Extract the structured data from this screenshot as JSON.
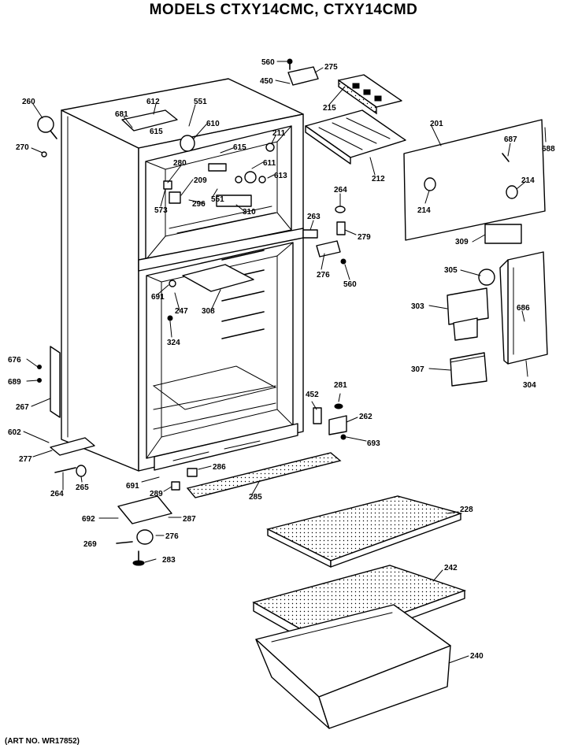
{
  "title": "MODELS CTXY14CMC, CTXY14CMD",
  "art_number": "(ART NO. WR17852)",
  "labels": {
    "p560a": "560",
    "p275": "275",
    "p450": "450",
    "p215": "215",
    "p201": "201",
    "p687": "687",
    "p688": "688",
    "p214a": "214",
    "p214b": "214",
    "p212": "212",
    "p260": "260",
    "p270": "270",
    "p681": "681",
    "p612": "612",
    "p551a": "551",
    "p615a": "615",
    "p610": "610",
    "p211": "211",
    "p615b": "615",
    "p611": "611",
    "p280": "280",
    "p613": "613",
    "p209": "209",
    "p551b": "551",
    "p573": "573",
    "p296": "296",
    "p310": "310",
    "p264a": "264",
    "p263a": "263",
    "p279": "279",
    "p276a": "276",
    "p560b": "560",
    "p309": "309",
    "p305": "305",
    "p303": "303",
    "p686": "686",
    "p307": "307",
    "p304": "304",
    "p691a": "691",
    "p247": "247",
    "p308": "308",
    "p324": "324",
    "p676": "676",
    "p689": "689",
    "p267": "267",
    "p452": "452",
    "p281": "281",
    "p262": "262",
    "p693": "693",
    "p602": "602",
    "p277": "277",
    "p264b": "264",
    "p265": "265",
    "p691b": "691",
    "p289": "289",
    "p286": "286",
    "p285": "285",
    "p692": "692",
    "p287": "287",
    "p269": "269",
    "p276b": "276",
    "p283": "283",
    "p228": "228",
    "p242": "242",
    "p240": "240"
  }
}
